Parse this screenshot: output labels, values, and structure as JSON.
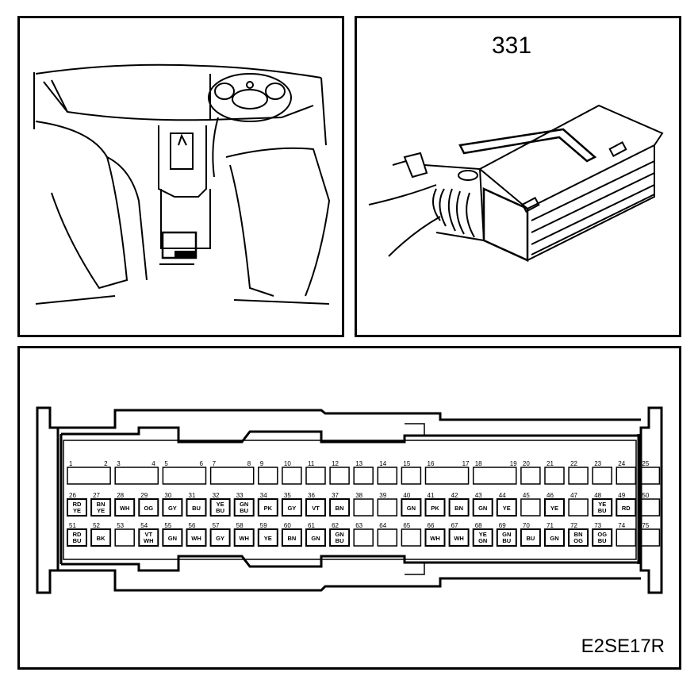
{
  "component_label": "331",
  "figure_code": "E2SE17R",
  "rows": [
    {
      "pins": [
        {
          "n": "1",
          "c": "",
          "span": 2,
          "n2": "2"
        },
        {
          "n": "3",
          "c": "",
          "span": 2,
          "n2": "4"
        },
        {
          "n": "5",
          "c": "",
          "span": 2,
          "n2": "6"
        },
        {
          "n": "7",
          "c": "",
          "span": 2,
          "n2": "8"
        },
        {
          "n": "9",
          "c": ""
        },
        {
          "n": "10",
          "c": ""
        },
        {
          "n": "11",
          "c": ""
        },
        {
          "n": "12",
          "c": ""
        },
        {
          "n": "13",
          "c": ""
        },
        {
          "n": "14",
          "c": ""
        },
        {
          "n": "15",
          "c": ""
        },
        {
          "n": "16",
          "c": "",
          "span": 2,
          "n2": "17"
        },
        {
          "n": "18",
          "c": "",
          "span": 2,
          "n2": "19"
        },
        {
          "n": "20",
          "c": ""
        },
        {
          "n": "21",
          "c": ""
        },
        {
          "n": "22",
          "c": ""
        },
        {
          "n": "23",
          "c": ""
        },
        {
          "n": "24",
          "c": ""
        },
        {
          "n": "25",
          "c": ""
        }
      ]
    },
    {
      "pins": [
        {
          "n": "26",
          "c": "RD YE"
        },
        {
          "n": "27",
          "c": "BN YE"
        },
        {
          "n": "28",
          "c": "WH"
        },
        {
          "n": "29",
          "c": "OG"
        },
        {
          "n": "30",
          "c": "GY"
        },
        {
          "n": "31",
          "c": "BU"
        },
        {
          "n": "32",
          "c": "YE BU"
        },
        {
          "n": "33",
          "c": "GN BU"
        },
        {
          "n": "34",
          "c": "PK"
        },
        {
          "n": "35",
          "c": "GY"
        },
        {
          "n": "36",
          "c": "VT"
        },
        {
          "n": "37",
          "c": "BN"
        },
        {
          "n": "38",
          "c": ""
        },
        {
          "n": "39",
          "c": ""
        },
        {
          "n": "40",
          "c": "GN"
        },
        {
          "n": "41",
          "c": "PK"
        },
        {
          "n": "42",
          "c": "BN"
        },
        {
          "n": "43",
          "c": "GN"
        },
        {
          "n": "44",
          "c": "YE"
        },
        {
          "n": "45",
          "c": ""
        },
        {
          "n": "46",
          "c": "YE"
        },
        {
          "n": "47",
          "c": ""
        },
        {
          "n": "48",
          "c": "YE BU"
        },
        {
          "n": "49",
          "c": "RD"
        },
        {
          "n": "50",
          "c": ""
        }
      ]
    },
    {
      "pins": [
        {
          "n": "51",
          "c": "RD BU"
        },
        {
          "n": "52",
          "c": "BK"
        },
        {
          "n": "53",
          "c": ""
        },
        {
          "n": "54",
          "c": "VT WH"
        },
        {
          "n": "55",
          "c": "GN"
        },
        {
          "n": "56",
          "c": "WH"
        },
        {
          "n": "57",
          "c": "GY"
        },
        {
          "n": "58",
          "c": "WH"
        },
        {
          "n": "59",
          "c": "YE"
        },
        {
          "n": "60",
          "c": "BN"
        },
        {
          "n": "61",
          "c": "GN"
        },
        {
          "n": "62",
          "c": "GN BU"
        },
        {
          "n": "63",
          "c": ""
        },
        {
          "n": "64",
          "c": ""
        },
        {
          "n": "65",
          "c": ""
        },
        {
          "n": "66",
          "c": "WH"
        },
        {
          "n": "67",
          "c": "WH"
        },
        {
          "n": "68",
          "c": "YE GN"
        },
        {
          "n": "69",
          "c": "GN BU"
        },
        {
          "n": "70",
          "c": "BU"
        },
        {
          "n": "71",
          "c": "GN"
        },
        {
          "n": "72",
          "c": "BN OG"
        },
        {
          "n": "73",
          "c": "OG BU"
        },
        {
          "n": "74",
          "c": ""
        },
        {
          "n": "75",
          "c": ""
        }
      ]
    }
  ]
}
